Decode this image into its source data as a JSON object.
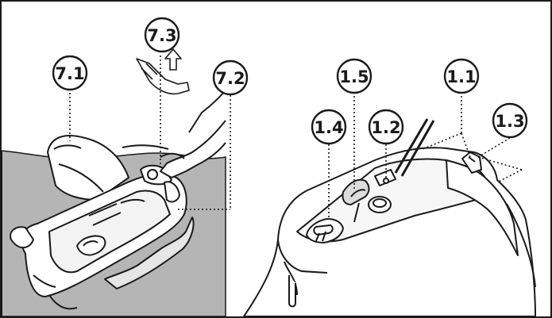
{
  "callouts": {
    "c71": "7.1",
    "c72": "7.2",
    "c73": "7.3",
    "c11": "1.1",
    "c12": "1.2",
    "c13": "1.3",
    "c14": "1.4",
    "c15": "1.5"
  },
  "colors": {
    "water": "#b5b5b5",
    "line": "#1a1a1a",
    "background": "#ffffff"
  },
  "icons": {
    "hand_lift": "hand-lifting-upward-arrow-icon"
  }
}
